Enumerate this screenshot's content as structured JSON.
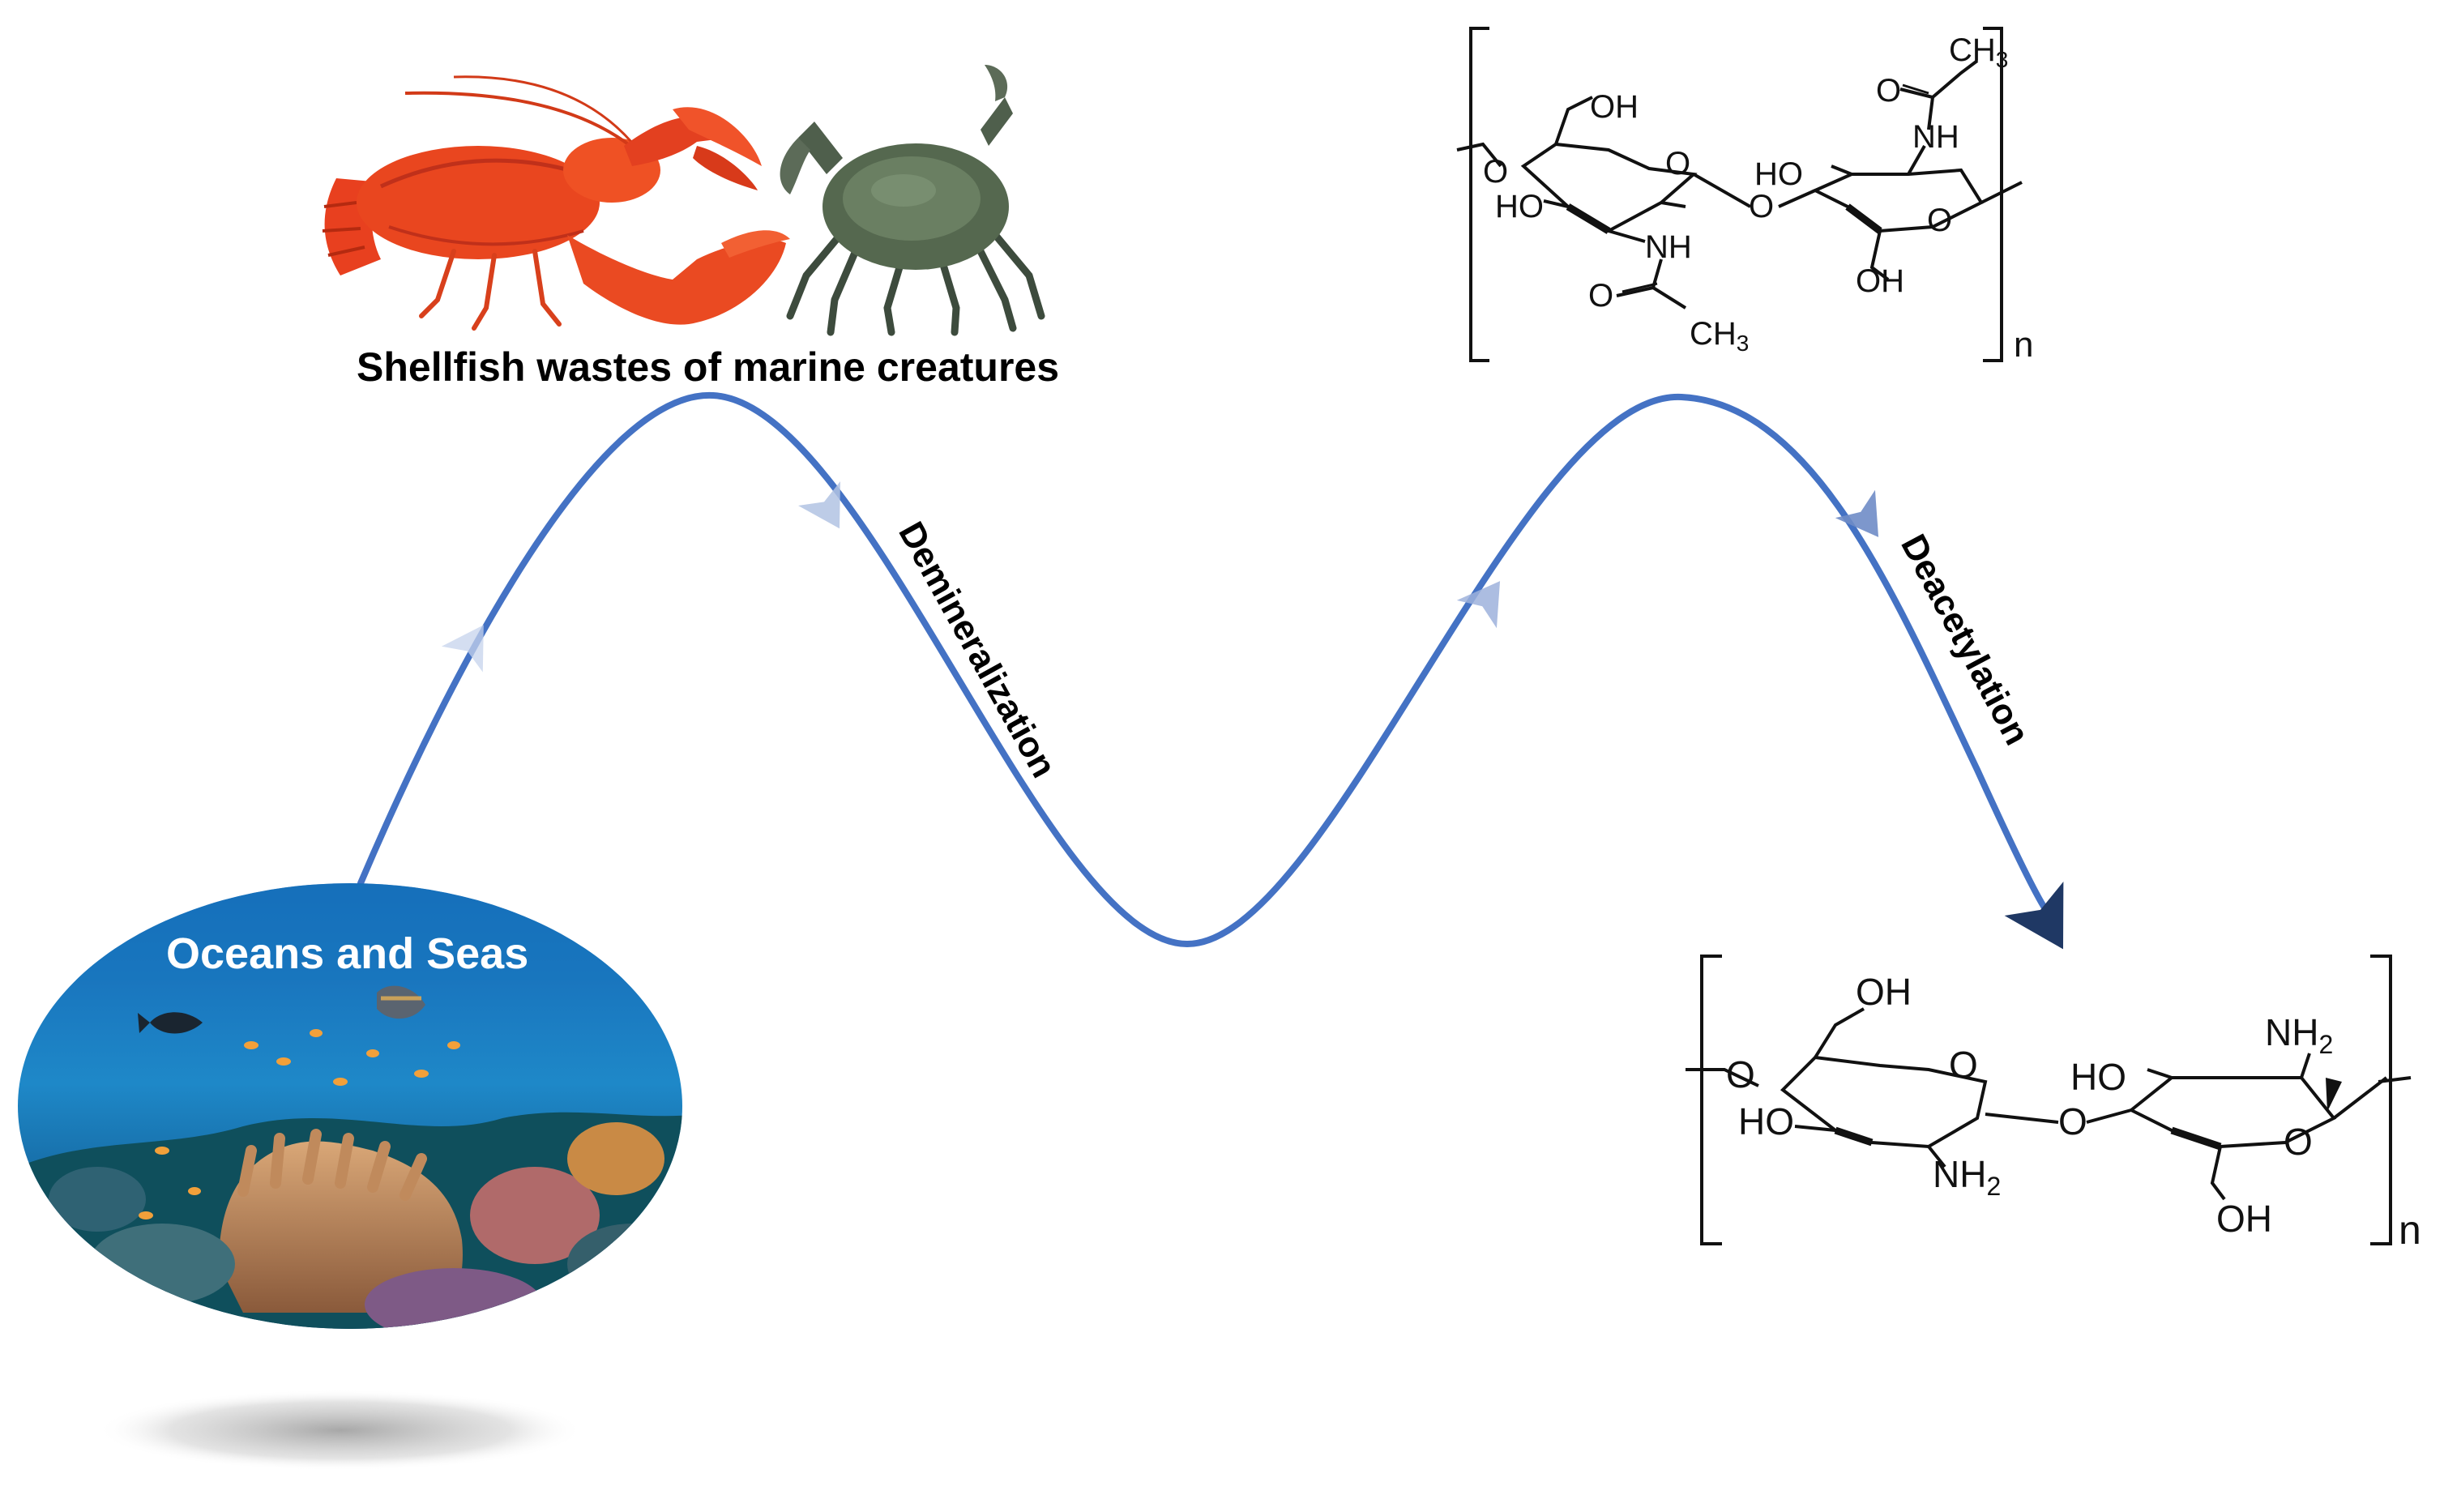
{
  "labels": {
    "shellfish": "Shellfish wastes of marine creatures",
    "ocean": "Oceans and Seas",
    "step1": "Demineralization",
    "step2": "Deacetylation"
  },
  "chitin": {
    "oh_top": "OH",
    "ho_left": "HO",
    "ring_o1": "O",
    "link_o_left": "O",
    "nh_left": "NH",
    "co_left": "O",
    "ch3_left": "CH",
    "ch3_left_sub": "3",
    "glyco_o": "O",
    "ho_right": "HO",
    "nh_right": "NH",
    "co_right": "O",
    "ch3_right": "CH",
    "ch3_right_sub": "3",
    "ring_o2": "O",
    "oh_bottom": "OH",
    "n": "n"
  },
  "chitosan": {
    "oh_top": "OH",
    "ho_left": "HO",
    "ring_o1": "O",
    "link_o_left": "O",
    "nh2_left": "NH",
    "nh2_left_sub": "2",
    "glyco_o": "O",
    "ho_right": "HO",
    "nh2_right": "NH",
    "nh2_right_sub": "2",
    "ring_o2": "O",
    "oh_bottom": "OH",
    "n": "n"
  },
  "colors": {
    "curve": "#4472c4",
    "arrow_head_dark": "#1f3864"
  }
}
